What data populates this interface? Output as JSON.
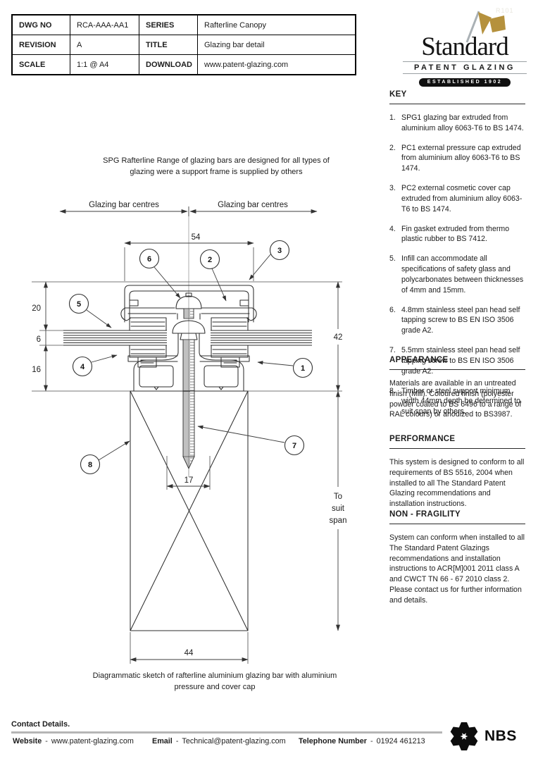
{
  "page": {
    "ref": "R101"
  },
  "header": {
    "table": {
      "rows": [
        {
          "l1": "DWG NO",
          "v1": "RCA-AAA-AA1",
          "l2": "SERIES",
          "v2": "Rafterline Canopy"
        },
        {
          "l1": "REVISION",
          "v1": "A",
          "l2": "TITLE",
          "v2": "Glazing bar detail"
        },
        {
          "l1": "SCALE",
          "v1": "1:1 @ A4",
          "l2": "DOWNLOAD",
          "v2": "www.patent-glazing.com"
        }
      ]
    },
    "logo": {
      "name": "Standard",
      "subtitle": "PATENT GLAZING",
      "established": "ESTABLISHED 1902",
      "flag_color": "#b5913d"
    }
  },
  "sidebar": {
    "key": {
      "title": "KEY",
      "items": [
        {
          "num": "1.",
          "text": "SPG1 glazing bar extruded from aluminium alloy 6063-T6  to BS 1474."
        },
        {
          "num": "2.",
          "text": "PC1 external pressure cap extruded from aluminium alloy 6063-T6 to BS 1474."
        },
        {
          "num": "3.",
          "text": "PC2 external cosmetic cover cap extruded from aluminium alloy 6063-T6 to BS 1474."
        },
        {
          "num": "4.",
          "text": "Fin gasket extruded from thermo plastic rubber to BS 7412."
        },
        {
          "num": "5.",
          "text": "Infill can accommodate all specifications of safety glass and polycarbonates between thicknesses of 4mm and 15mm."
        },
        {
          "num": "6.",
          "text": "4.8mm stainless steel pan head self tapping screw to BS EN ISO 3506 grade A2."
        },
        {
          "num": "7.",
          "text": "5.5mm stainless steel pan head self tapping screw to BS EN ISO 3506 grade A2."
        },
        {
          "num": "8.",
          "text": "Timber or steel support minimum width 44mm depth be determined to suit span by others."
        }
      ]
    },
    "appearance": {
      "title": "APPEARANCE",
      "body": "Materials are available in an untreated finish (Mill). Coloured finish (polyester powder coated to BS 6496 to a range of RAL colours) or anodized to BS3987."
    },
    "performance": {
      "title": "PERFORMANCE",
      "body": "This system is designed to conform to all requirements of  BS 5516, 2004 when installed to all The Standard Patent Glazing recommendations and installation instructions."
    },
    "non_fragility": {
      "title": "NON - FRAGILITY",
      "body": "System can conform when installed to all The Standard Patent Glazings recommendations  and installation instructions to ACR[M]001 2011 class A and CWCT TN 66 - 67 2010 class 2. Please contact us for further information and details."
    }
  },
  "drawing": {
    "intro": "SPG Rafterline Range of glazing bars are designed for all types of glazing were a support frame is supplied by others",
    "left_centres": "Glazing bar centres",
    "right_centres": "Glazing bar centres",
    "caption": "Diagrammatic sketch of rafterline aluminium glazing bar with aluminium pressure and cover cap",
    "dims": {
      "cap_width": "54",
      "cover_height": "20",
      "infill": "6",
      "bar_depth": "16",
      "overall": "42",
      "screw_centres": "17",
      "support_width": "44",
      "span": [
        "To",
        "suit",
        "span"
      ]
    },
    "callouts": [
      "1",
      "2",
      "3",
      "4",
      "5",
      "6",
      "7",
      "8"
    ]
  },
  "footer": {
    "heading": "Contact Details.",
    "sep": "-",
    "website_label": "Website",
    "website": "www.patent-glazing.com",
    "email_label": "Email",
    "email": "Technical@patent-glazing.com",
    "phone_label": "Telephone Number",
    "phone": "01924 461213",
    "nbs_label": "NBS"
  }
}
